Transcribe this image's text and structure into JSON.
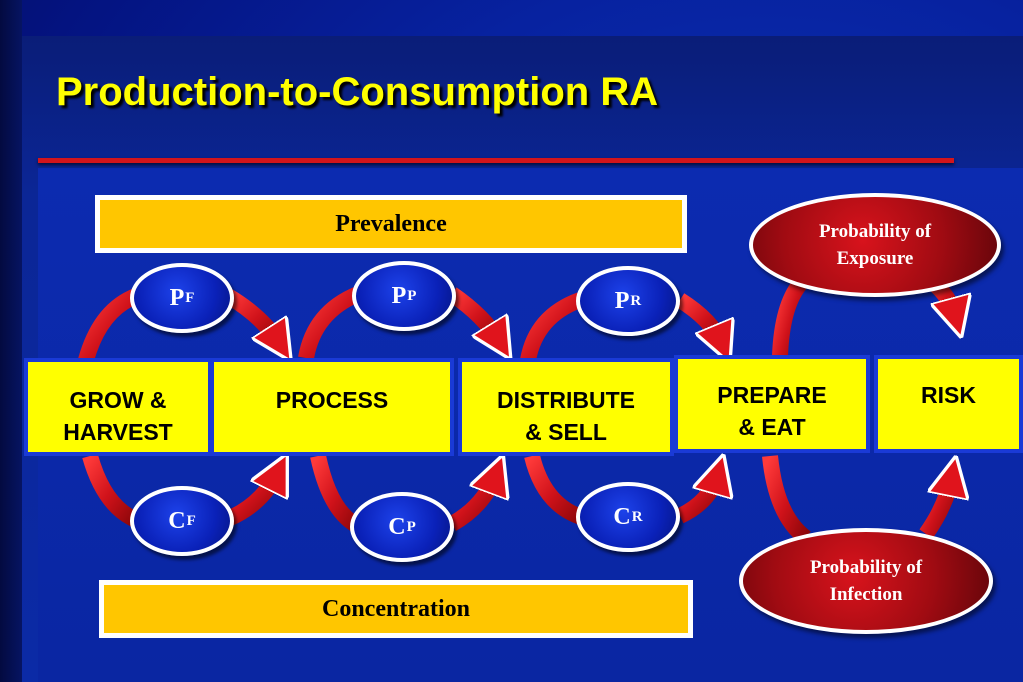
{
  "title": "Production-to-Consumption RA",
  "bars": {
    "top": "Prevalence",
    "bottom": "Concentration"
  },
  "stages": [
    {
      "line1": "GROW &",
      "line2": "HARVEST"
    },
    {
      "line1": "PROCESS",
      "line2": ""
    },
    {
      "line1": "DISTRIBUTE",
      "line2": "& SELL"
    },
    {
      "line1": "PREPARE",
      "line2": "& EAT"
    },
    {
      "line1": "RISK",
      "line2": ""
    }
  ],
  "prevalence_nodes": [
    {
      "main": "P",
      "sub": "F"
    },
    {
      "main": "P",
      "sub": "P"
    },
    {
      "main": "P",
      "sub": "R"
    }
  ],
  "concentration_nodes": [
    {
      "main": "C",
      "sub": "F"
    },
    {
      "main": "C",
      "sub": "P"
    },
    {
      "main": "C",
      "sub": "R"
    }
  ],
  "ovals": {
    "exposure": {
      "line1": "Probability of",
      "line2": "Exposure"
    },
    "infection": {
      "line1": "Probability of",
      "line2": "Infection"
    }
  },
  "colors": {
    "background": "#0b2aa6",
    "title": "#ffff00",
    "rule": "#d3151c",
    "stage_fill": "#ffff00",
    "bar_fill": "#ffc600",
    "node_fill": "#0a21b8",
    "oval_fill": "#a00b12",
    "arrow_fill": "#d0121a"
  }
}
